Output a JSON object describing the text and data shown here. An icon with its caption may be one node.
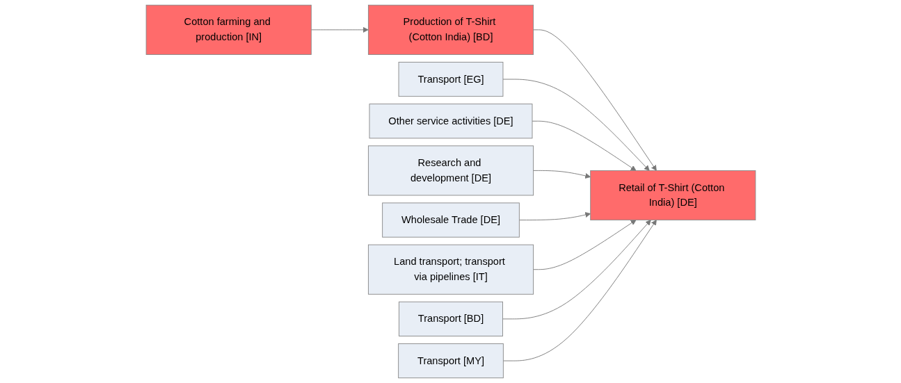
{
  "diagram": {
    "nodes": [
      {
        "text": [
          "Cotton farming and production [IN]"
        ]
      },
      {
        "text": [
          "Production of T-Shirt (Cotton India) [BD]"
        ]
      },
      {
        "text": [
          "Transport [EG]"
        ]
      },
      {
        "text": [
          "Other service activities [DE]"
        ]
      },
      {
        "text": [
          "Research and development [DE]"
        ]
      },
      {
        "text": [
          "Wholesale Trade [DE]"
        ]
      },
      {
        "text": [
          "Land transport; transport via pipelines [IT]"
        ]
      },
      {
        "text": [
          "Transport [BD]"
        ]
      },
      {
        "text": [
          "Transport [MY]"
        ]
      },
      {
        "text": [
          "Retail of T-Shirt (Cotton India) [DE]"
        ]
      }
    ],
    "edges": [
      {
        "from": 0,
        "to": 1,
        "arrow": "to"
      },
      {
        "from": 1,
        "to": 9,
        "arrow": "to"
      },
      {
        "from": 2,
        "to": 9,
        "arrow": "to"
      },
      {
        "from": 3,
        "to": 9,
        "arrow": "to"
      },
      {
        "from": 4,
        "to": 9,
        "arrow": "to"
      },
      {
        "from": 5,
        "to": 9,
        "arrow": "to"
      },
      {
        "from": 6,
        "to": 9,
        "arrow": "to"
      },
      {
        "from": 7,
        "to": 9,
        "arrow": "to"
      },
      {
        "from": 8,
        "to": 9,
        "arrow": "to"
      }
    ]
  }
}
